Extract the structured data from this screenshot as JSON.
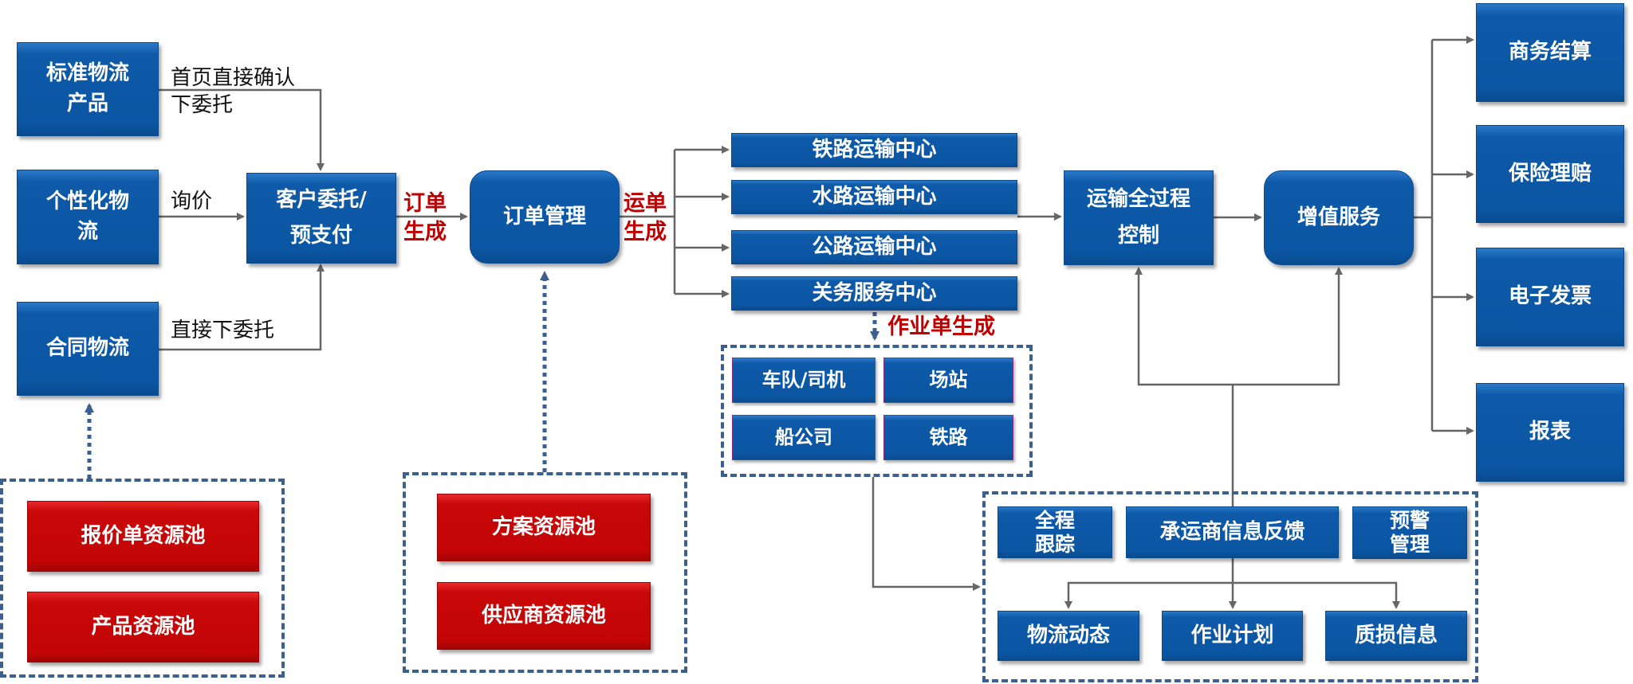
{
  "sources": [
    {
      "label": "标准物流\n产品"
    },
    {
      "label": "个性化物\n流"
    },
    {
      "label": "合同物流"
    }
  ],
  "source_edges": [
    {
      "label": "首页直接确认\n下委托"
    },
    {
      "label": "询价"
    },
    {
      "label": "直接下委托"
    }
  ],
  "customer_entrust": {
    "label": "客户委托/\n预支付"
  },
  "order_generated": {
    "label": "订单\n生成"
  },
  "order_management": {
    "label": "订单管理"
  },
  "waybill_generated": {
    "label": "运单\n生成"
  },
  "transport_centers": [
    {
      "label": "铁路运输中心"
    },
    {
      "label": "水路运输中心"
    },
    {
      "label": "公路运输中心"
    },
    {
      "label": "关务服务中心"
    }
  ],
  "work_order_generated": {
    "label": "作业单生成"
  },
  "operation_resources": [
    {
      "label": "车队/司机"
    },
    {
      "label": "场站"
    },
    {
      "label": "船公司"
    },
    {
      "label": "铁路"
    }
  ],
  "process_control": {
    "label": "运输全过程\n控制"
  },
  "value_added": {
    "label": "增值服务"
  },
  "value_added_outputs": [
    {
      "label": "商务结算"
    },
    {
      "label": "保险理赔"
    },
    {
      "label": "电子发票"
    },
    {
      "label": "报表"
    }
  ],
  "monitoring": {
    "top": [
      {
        "label": "全程\n跟踪"
      },
      {
        "label": "承运商信息反馈"
      },
      {
        "label": "预警\n管理"
      }
    ],
    "bottom": [
      {
        "label": "物流动态"
      },
      {
        "label": "作业计划"
      },
      {
        "label": "质损信息"
      }
    ]
  },
  "resource_pools_left": [
    {
      "label": "报价单资源池"
    },
    {
      "label": "产品资源池"
    }
  ],
  "resource_pools_middle": [
    {
      "label": "方案资源池"
    },
    {
      "label": "供应商资源池"
    }
  ],
  "colors": {
    "node_blue": "#0b56a3",
    "pool_red": "#c30505",
    "edge_label_red": "#c00000",
    "connector_gray": "#666666",
    "dashed_border": "#3b5f8f"
  }
}
